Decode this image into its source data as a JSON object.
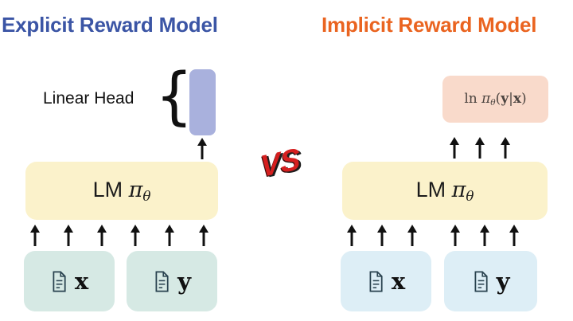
{
  "titles": {
    "left": "Explicit Reward Model",
    "right": "Implicit Reward Model"
  },
  "versus": "VS",
  "left": {
    "linear_head_label": "Linear Head",
    "brace_glyph": "{",
    "lm": {
      "prefix": "LM ",
      "pi": "π",
      "theta": "θ"
    },
    "inputs": [
      {
        "label": "x"
      },
      {
        "label": "y"
      }
    ]
  },
  "right": {
    "formula": {
      "ln": "ln ",
      "pi": "π",
      "theta": "θ",
      "open": "(",
      "y": "y",
      "bar": "|",
      "x": "x",
      "close": ")"
    },
    "lm": {
      "prefix": "LM ",
      "pi": "π",
      "theta": "θ"
    },
    "inputs": [
      {
        "label": "x"
      },
      {
        "label": "y"
      }
    ]
  },
  "colors": {
    "title-left": "#3b55a5",
    "title-right": "#ea6420",
    "head-box": "#a9b1dd",
    "lm-box": "#fbf2cb",
    "reward-box": "#f9dacb",
    "input-left": "#d6e9e4",
    "input-right": "#ddeef6",
    "vs": "#d51f1f"
  }
}
